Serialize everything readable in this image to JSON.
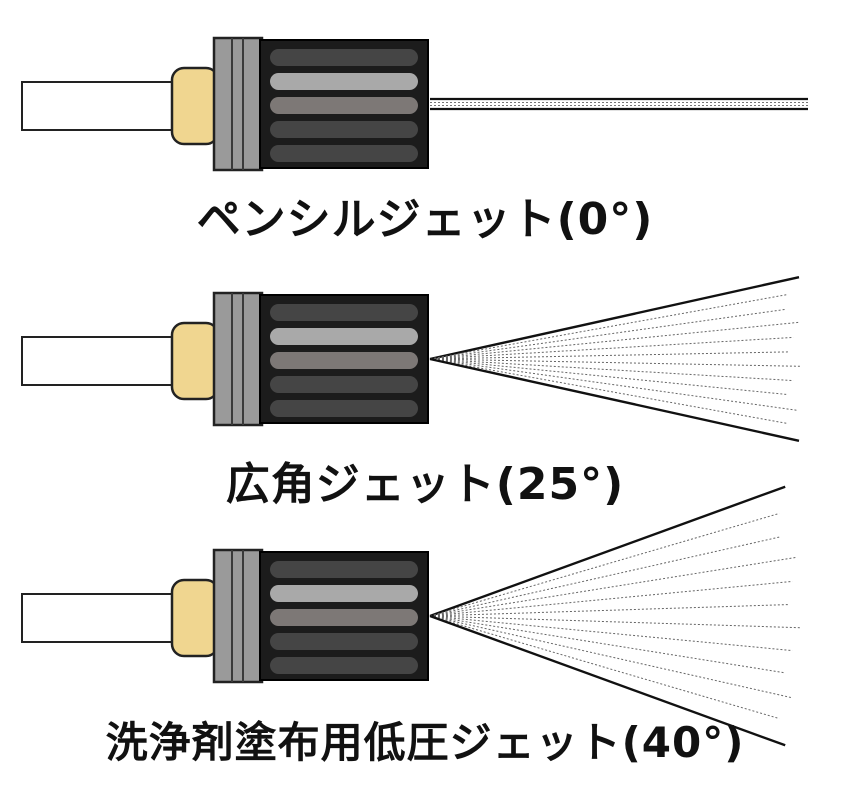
{
  "nozzles": [
    {
      "id": "pencil",
      "label": "ペンシルジェット(0°)",
      "spray_angle_deg": 0
    },
    {
      "id": "wide",
      "label": "広角ジェット(25°)",
      "spray_angle_deg": 25
    },
    {
      "id": "lowpressure",
      "label": "洗浄剤塗布用低圧ジェット(40°)",
      "spray_angle_deg": 40
    }
  ],
  "colors": {
    "hose": "#ffffff",
    "hose_outline": "#222222",
    "coupling": "#f0d690",
    "collar": "#9a9a9a",
    "body": "#1c1c1c",
    "rib_light": "#a9a9a9",
    "rib_mid": "#7d7876",
    "rib_dark": "#454545",
    "spray": "#111111"
  }
}
